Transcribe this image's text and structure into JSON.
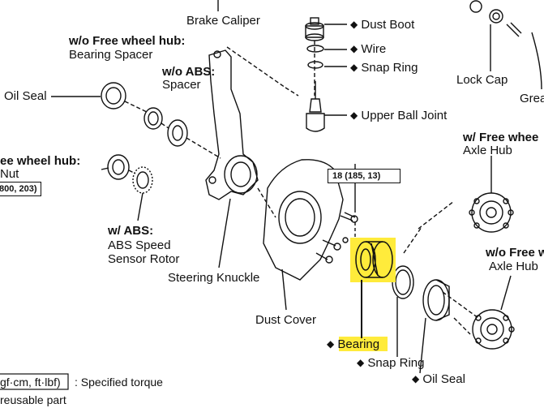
{
  "labels": {
    "brake_caliper": "Brake Caliper",
    "dust_boot": "Dust Boot",
    "wire": "Wire",
    "snap_ring_top": "Snap Ring",
    "upper_ball_joint": "Upper Ball Joint",
    "lock_cap": "Lock Cap",
    "grease_cap": "Grea",
    "oil_seal_left": "Oil Seal",
    "wo_fwh_1": "w/o Free wheel hub:",
    "bearing_spacer": "Bearing Spacer",
    "wo_abs": "w/o ABS:",
    "spacer": "Spacer",
    "fwh_heading_left": "ee wheel hub:",
    "nut": "Nut",
    "w_abs": "w/  ABS:",
    "abs_rotor_1": "ABS Speed",
    "abs_rotor_2": "Sensor Rotor",
    "steering_knuckle": "Steering Knuckle",
    "dust_cover": "Dust Cover",
    "w_fwh": "w/  Free whee",
    "axle_hub_1": "Axle Hub",
    "wo_fwh_2": "w/o Free w",
    "axle_hub_2": "Axle Hub",
    "bearing": "Bearing",
    "snap_ring_bottom": "Snap Ring",
    "oil_seal_bottom": "Oil Seal",
    "legend_torque_box": "gf·cm, ft·lbf)",
    "legend_torque_text": ": Specified torque",
    "legend_reusable": "reusable part"
  },
  "torque_boxes": {
    "bolt": "18 (185, 13)",
    "nut": "800, 203)"
  },
  "marker": "◆",
  "colors": {
    "highlight": "#ffeb3b",
    "line": "#111111"
  }
}
